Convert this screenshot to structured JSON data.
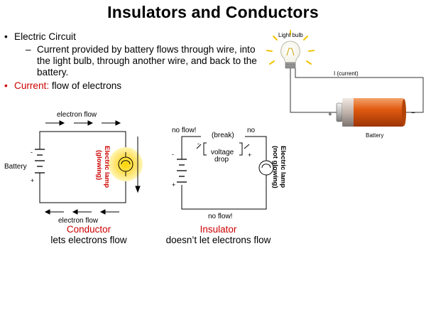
{
  "slide": {
    "title": "Insulators and Conductors",
    "bullets": {
      "b1": "Electric Circuit",
      "b1_sub": "Current provided by battery flows through wire, into the light bulb, through another wire, and back to the battery.",
      "b2_label": "Current:",
      "b2_text": " flow of electrons"
    }
  },
  "top_right": {
    "bulb_label": "Light bulb",
    "current_label": "I (current)",
    "battery_label": "Battery",
    "plus": "+",
    "minus": "−"
  },
  "conductor": {
    "top_label": "electron flow",
    "bottom_label": "electron flow",
    "battery_label": "Battery",
    "minus": "-",
    "plus": "+",
    "lamp_label_1": "Electric lamp",
    "lamp_label_2": "(glowing)",
    "caption_title": "Conductor",
    "caption_sub": "lets electrons flow"
  },
  "insulator": {
    "no_flow_left": "no flow!",
    "no_right": "no",
    "break_label": "(break)",
    "voltage": "voltage",
    "drop": "drop",
    "minus_left": "-",
    "plus_right": "+",
    "battery_minus": "-",
    "battery_plus": "+",
    "lamp_label_1": "Electric lamp",
    "lamp_label_2": "(not glowing)",
    "bottom_label": "no flow!",
    "caption_title": "Insulator",
    "caption_sub": "doesn’t let electrons flow"
  },
  "colors": {
    "accent": "#cc0000",
    "glow": "#f5e642",
    "battery": "#e05a10"
  }
}
